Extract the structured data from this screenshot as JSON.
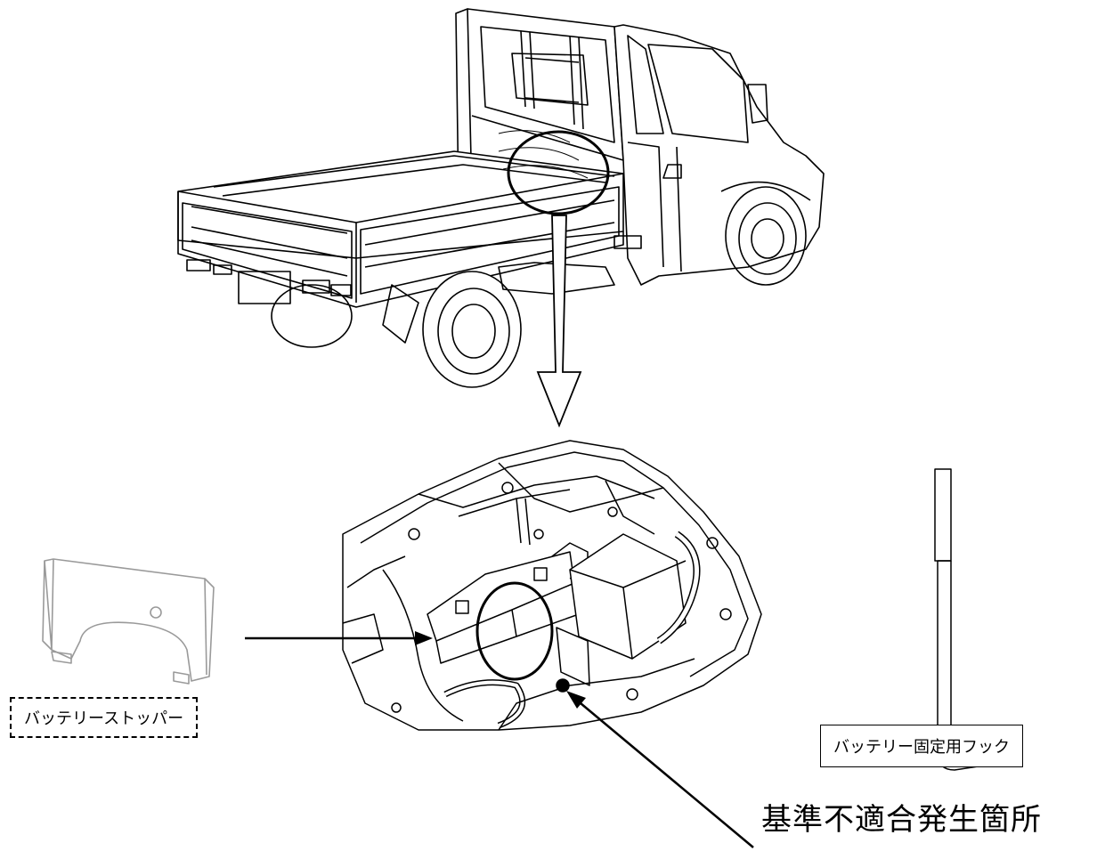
{
  "labels": {
    "stopper": "バッテリーストッパー",
    "hook": "バッテリー固定用フック",
    "defect_location": "基準不適合発生箇所"
  },
  "colors": {
    "line": "#000000",
    "light_line": "#9a9a9a",
    "background": "#ffffff"
  },
  "figures": {
    "truck": "light-truck-rear-view-illustration",
    "engine_bay": "battery-compartment-detail-illustration",
    "stopper_part": "battery-stopper-plate-illustration",
    "hook_part": "battery-hook-rod-illustration"
  }
}
